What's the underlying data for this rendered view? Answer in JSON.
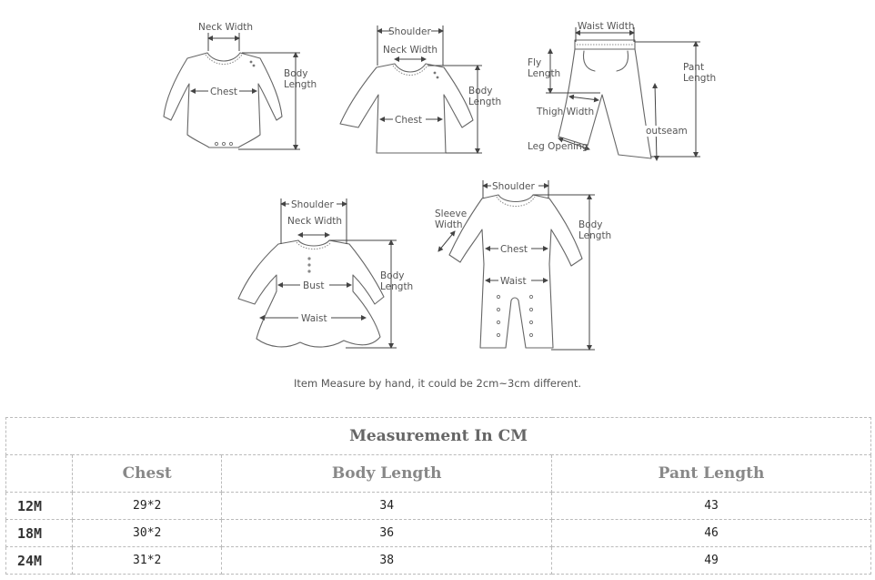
{
  "labels": {
    "bodysuit": {
      "neck_width": "Neck Width",
      "body_length": "Body Length",
      "chest": "Chest"
    },
    "shirt": {
      "shoulder": "Shoulder",
      "neck_width": "Neck Width",
      "body_length": "Body Length",
      "chest": "Chest"
    },
    "pants": {
      "waist_width": "Waist Width",
      "fly_length": "Fly Length",
      "pant_length": "Pant Length",
      "thigh_width": "Thigh Width",
      "outseam": "outseam",
      "leg_opening": "Leg Opening"
    },
    "dress": {
      "shoulder": "Shoulder",
      "neck_width": "Neck Width",
      "body_length": "Body Length",
      "bust": "Bust",
      "waist": "Waist"
    },
    "romper": {
      "shoulder": "Shoulder",
      "sleeve_width": "Sleeve Width",
      "body_length": "Body Length",
      "chest": "Chest",
      "waist": "Waist"
    }
  },
  "note": "Item Measure by hand, it could be 2cm~3cm different.",
  "table": {
    "title": "Measurement In CM",
    "headers": [
      "Chest",
      "Body Length",
      "Pant Length"
    ],
    "rows": [
      {
        "size": "12M",
        "chest": "29*2",
        "body_length": "34",
        "pant_length": "43"
      },
      {
        "size": "18M",
        "chest": "30*2",
        "body_length": "36",
        "pant_length": "46"
      },
      {
        "size": "24M",
        "chest": "31*2",
        "body_length": "38",
        "pant_length": "49"
      }
    ]
  }
}
